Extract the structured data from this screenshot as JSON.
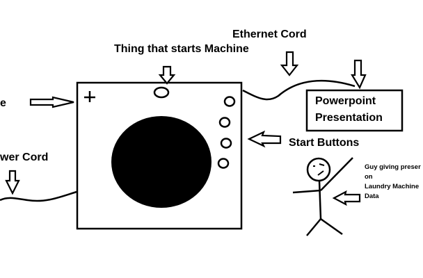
{
  "labels": {
    "thing_that_starts": "Thing that starts Machine",
    "ethernet_cord": "Ethernet Cord",
    "left_partial": "e",
    "power_cord": "wer Cord",
    "powerpoint_line1": "Powerpoint",
    "powerpoint_line2": "Presentation",
    "start_buttons": "Start Buttons",
    "guy_line1": "Guy giving preser",
    "guy_line2": "on",
    "guy_line3": "Laundry Machine",
    "guy_line4": "Data"
  },
  "colors": {
    "ink": "#000000",
    "background": "#ffffff"
  }
}
